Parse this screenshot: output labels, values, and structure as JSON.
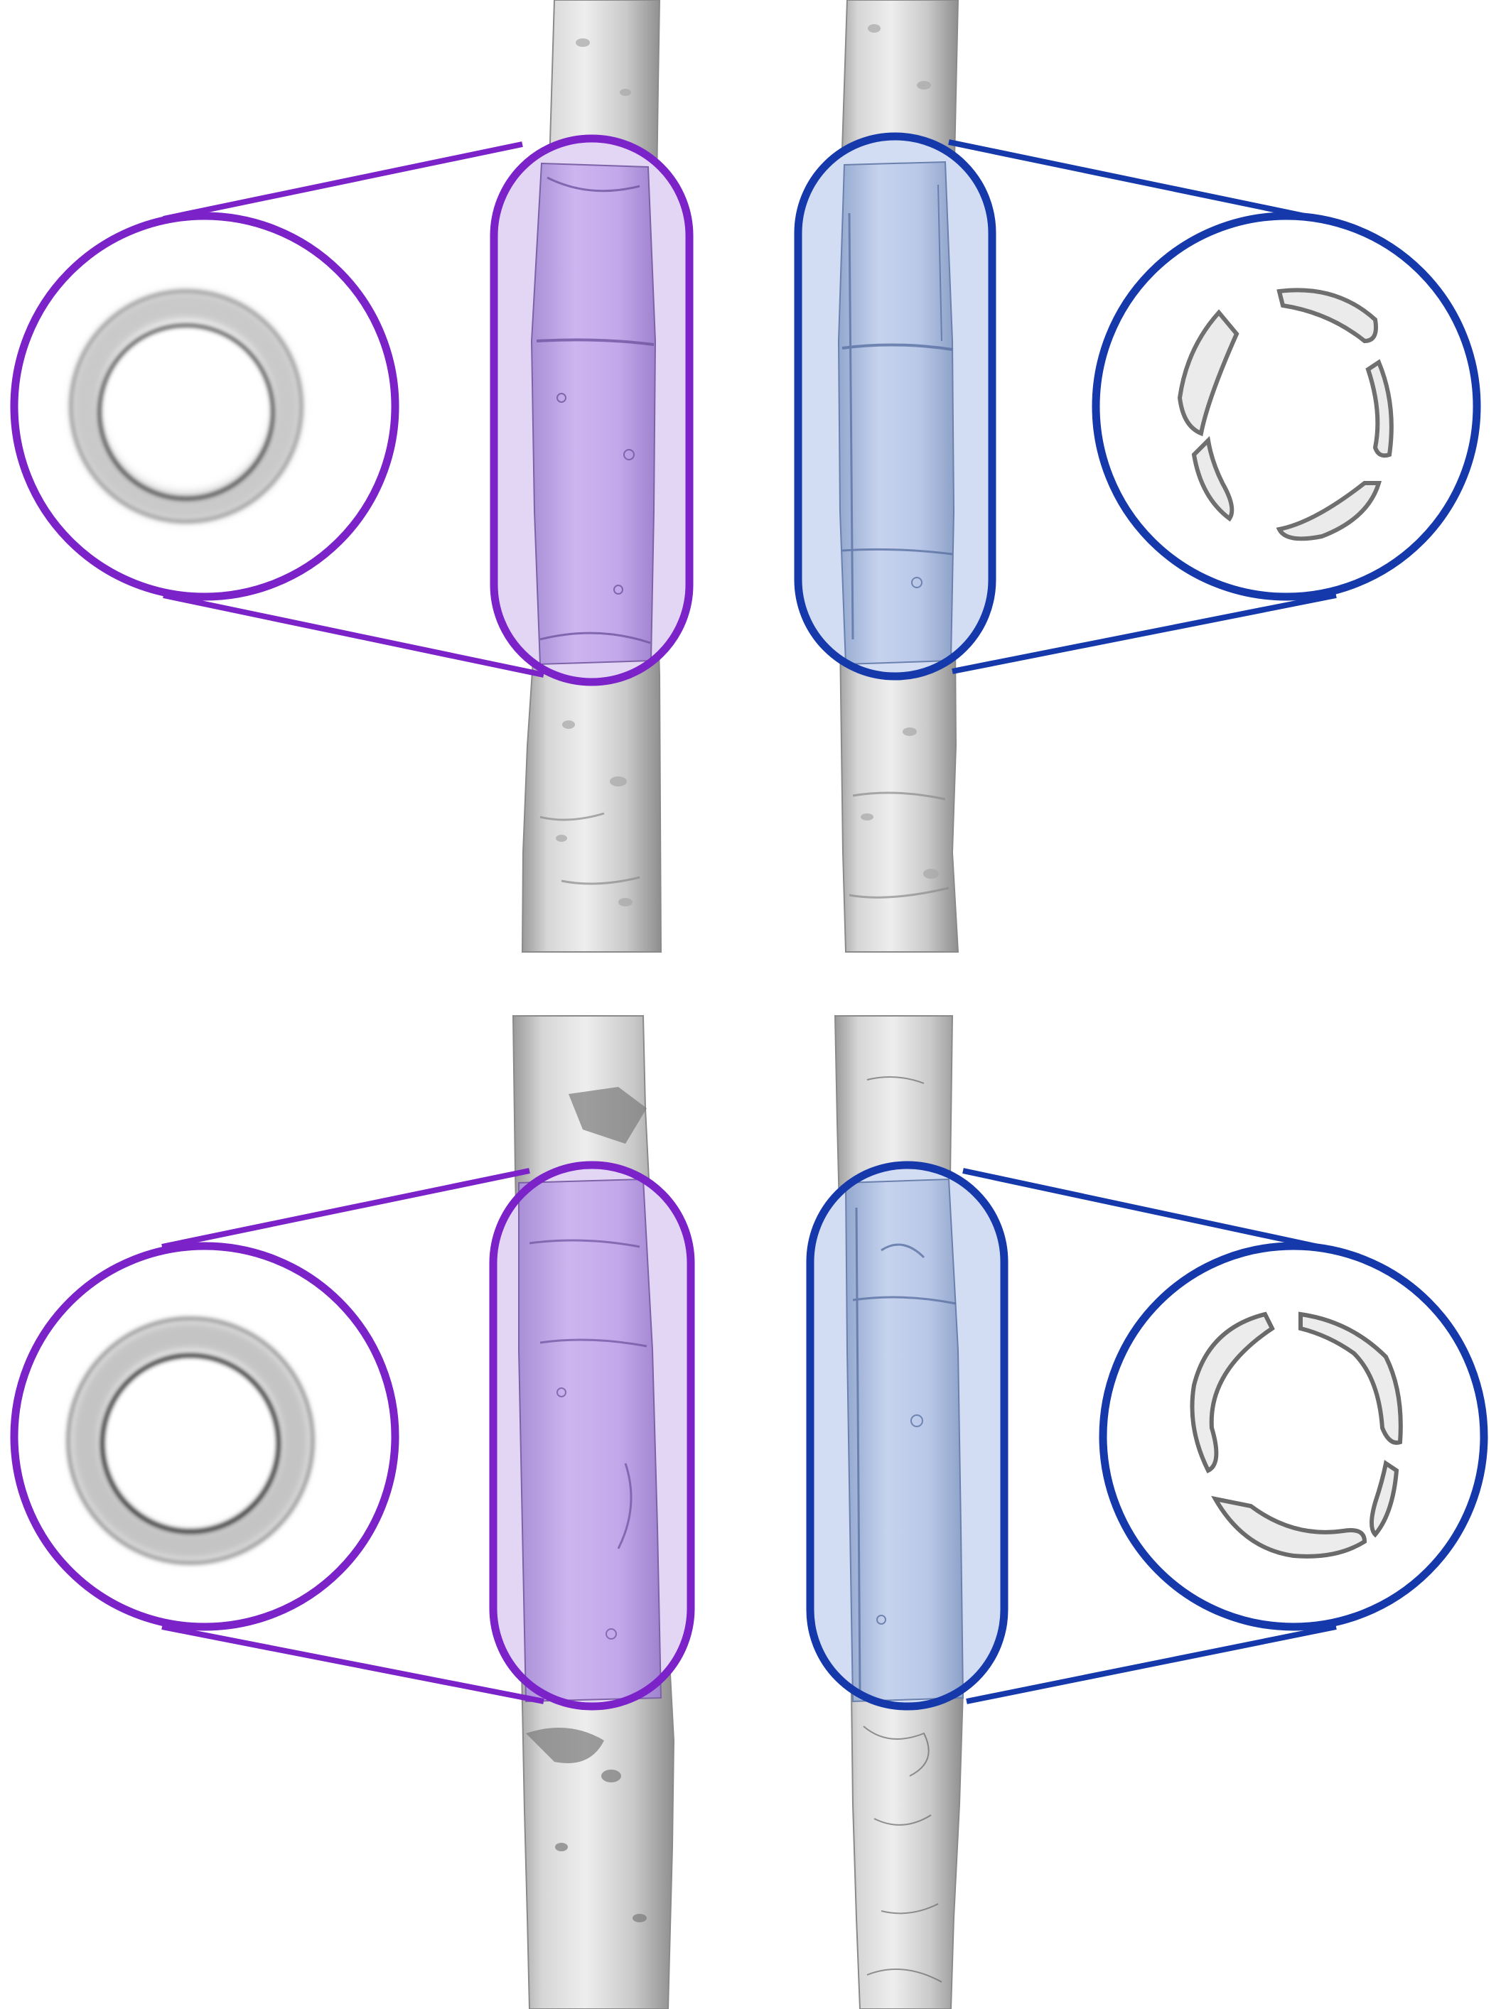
{
  "colors": {
    "background": "#ffffff",
    "purple_outline": "#7b22c9",
    "purple_fill": "#cbb0ef",
    "blue_outline": "#1539aa",
    "blue_fill": "#bccbeb",
    "tube_gray": "#cdcdcd",
    "tube_shade": "#8f8f8f",
    "ring_dark": "#3a3a3a"
  },
  "panels": [
    {
      "id": "top-left",
      "style": "purple",
      "cross_section": "continuous-ring"
    },
    {
      "id": "top-right",
      "style": "blue",
      "cross_section": "fragmented-ring"
    },
    {
      "id": "bottom-left",
      "style": "purple",
      "cross_section": "continuous-ring"
    },
    {
      "id": "bottom-right",
      "style": "blue",
      "cross_section": "fragmented-ring"
    }
  ]
}
